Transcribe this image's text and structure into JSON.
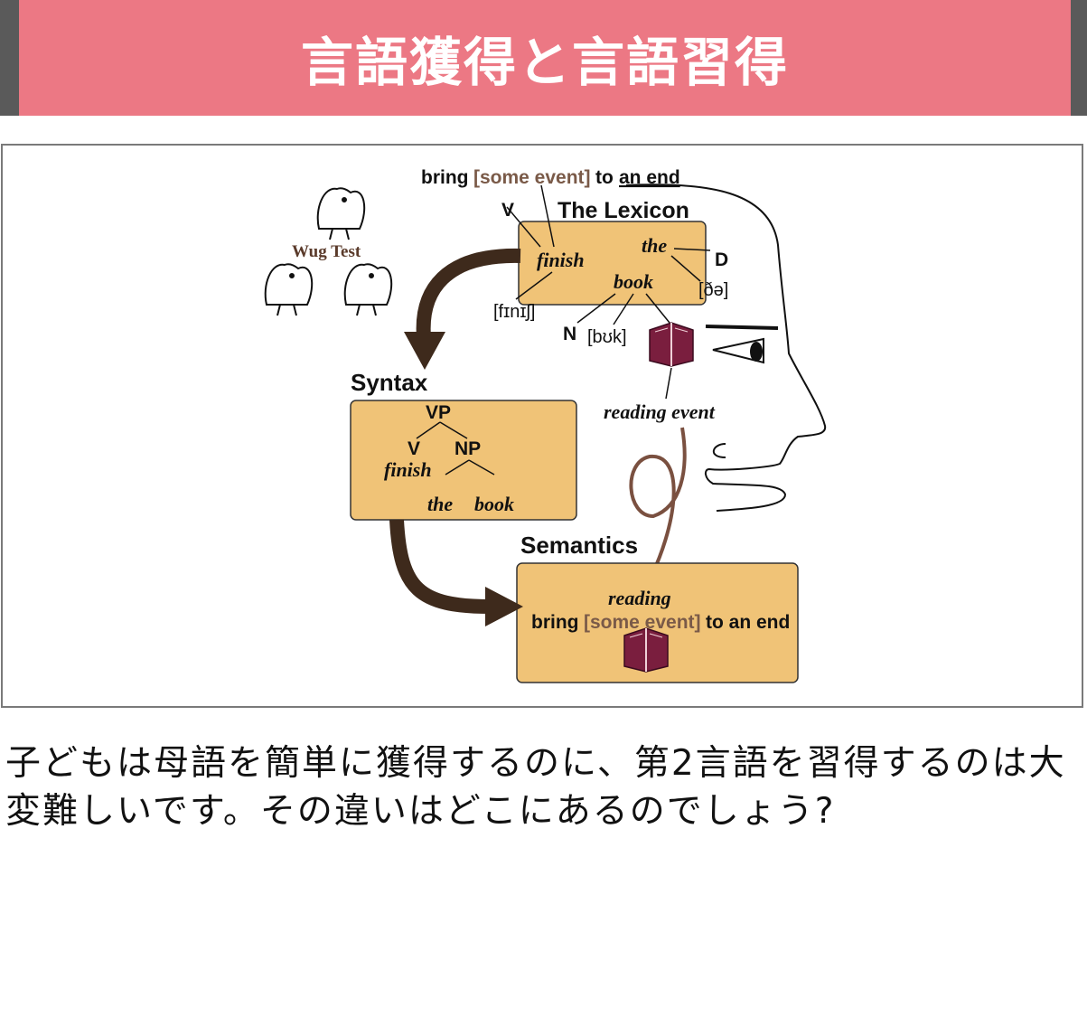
{
  "header": {
    "title": "言語獲得と言語習得"
  },
  "diagram": {
    "top_phrase": {
      "bring": "bring",
      "some_event": "[some event]",
      "to": "to",
      "an_end": "an end"
    },
    "wug_test": "Wug Test",
    "lexicon": {
      "title": "The Lexicon",
      "v": "V",
      "finish": "finish",
      "the": "the",
      "d": "D",
      "book": "book",
      "the_ipa": "[ðə]",
      "finish_ipa": "[fɪnɪʃ]",
      "n": "N",
      "book_ipa": "[bʊk]"
    },
    "reading_event": "reading event",
    "syntax": {
      "title": "Syntax",
      "vp": "VP",
      "v": "V",
      "np": "NP",
      "finish": "finish",
      "the": "the",
      "book": "book"
    },
    "semantics": {
      "title": "Semantics",
      "reading": "reading",
      "bring": "bring",
      "some_event": "[some event]",
      "to_an_end": "to an end"
    }
  },
  "caption": "子どもは母語を簡単に獲得するのに、第2言語を習得するのは大変難しいです。その違いはどこにあるのでしょう?",
  "colors": {
    "header_bg": "#ec7884",
    "header_side": "#5a5a5a",
    "box_fill": "#f0c377",
    "arrow": "#3e2a1c",
    "highlight_text": "#7a5a48",
    "book": "#7a1e3e",
    "loop": "#7a5040"
  }
}
